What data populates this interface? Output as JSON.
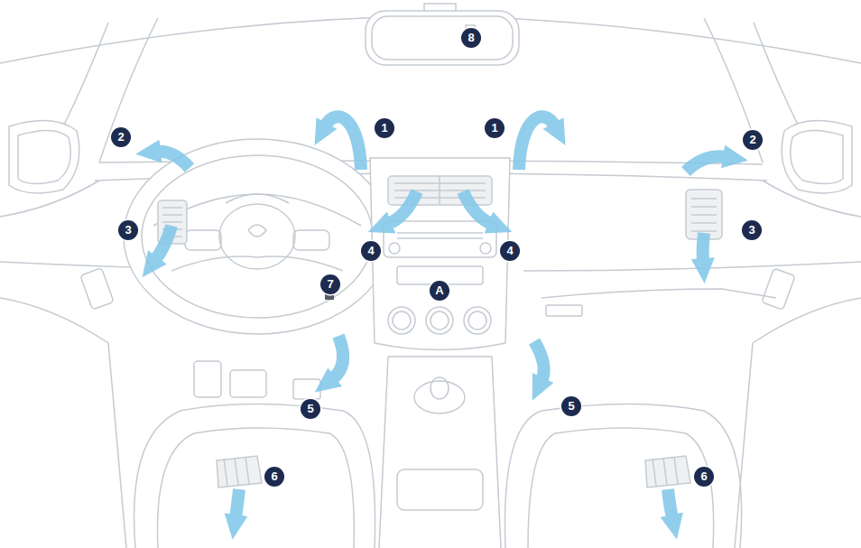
{
  "diagram": {
    "labels": [
      "8",
      "1",
      "1",
      "2",
      "2",
      "3",
      "3",
      "4",
      "4",
      "7",
      "A",
      "5",
      "5",
      "6",
      "6"
    ]
  }
}
